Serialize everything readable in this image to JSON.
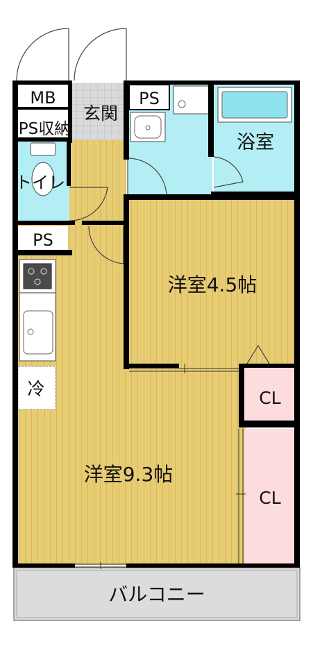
{
  "rooms": {
    "mb": "MB",
    "ps_storage": "PS収納",
    "genkan": "玄関",
    "ps_top": "PS",
    "bath": "浴室",
    "toilet": "トイレ",
    "ps_mid": "PS",
    "western_small": "洋室4.5帖",
    "western_large": "洋室9.3帖",
    "fridge": "冷",
    "closet_upper": "CL",
    "closet_lower": "CL",
    "balcony": "バルコニー"
  },
  "colors": {
    "wall": "#000000",
    "wood": "#e7cc74",
    "wood_line": "#d9bb5c",
    "wet_area": "#b3eef5",
    "closet": "#fcdcdc",
    "balcony": "#dcdcdc",
    "entrance_tile": "#d9d9d9"
  },
  "icons": {
    "stove": "stove-icon",
    "sink": "kitchen-sink-icon",
    "washbasin": "washbasin-icon",
    "bathtub": "bathtub-icon",
    "toilet": "toilet-icon"
  }
}
